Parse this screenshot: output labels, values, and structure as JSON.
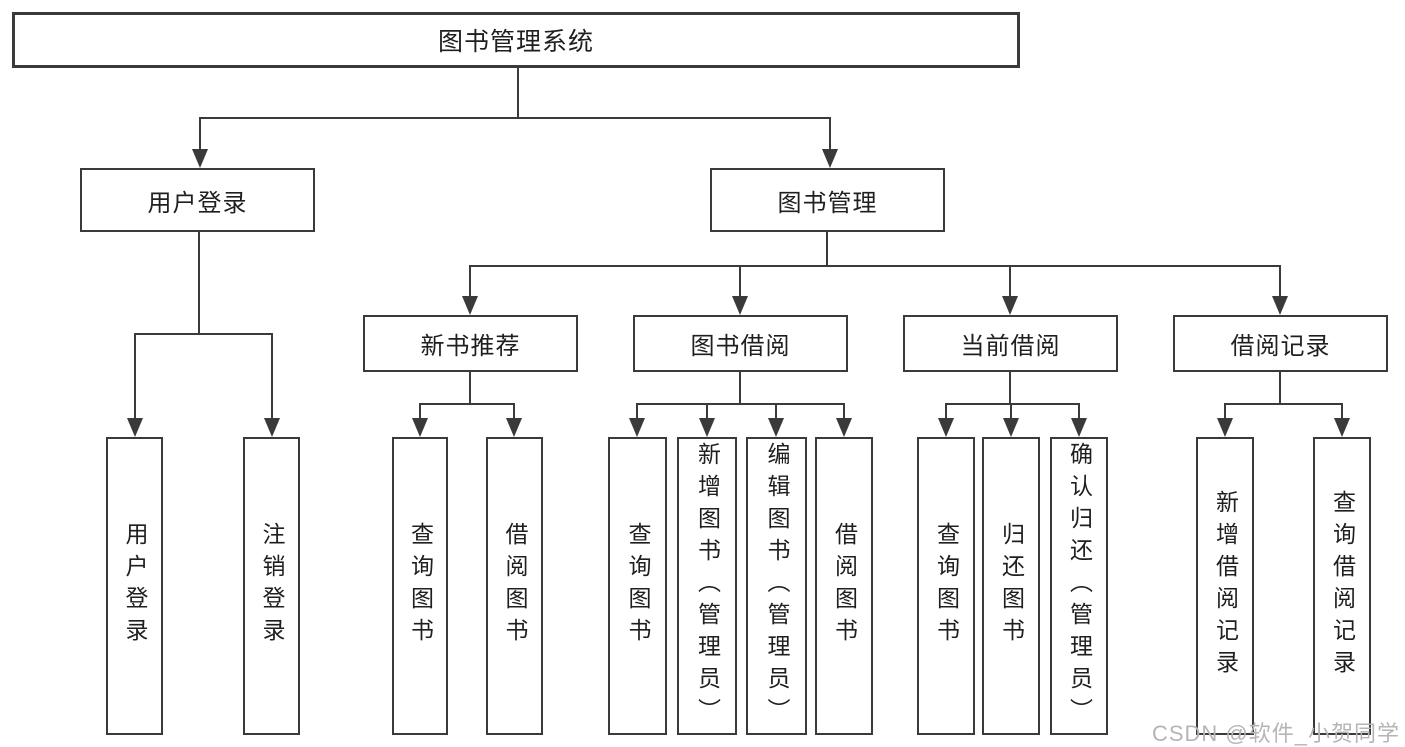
{
  "root": {
    "label": "图书管理系统"
  },
  "branches": {
    "user_login": {
      "label": "用户登录",
      "children": [
        {
          "label": "用户登录"
        },
        {
          "label": "注销登录"
        }
      ]
    },
    "book_mgmt": {
      "label": "图书管理",
      "sections": [
        {
          "label": "新书推荐",
          "children": [
            {
              "label": "查询图书"
            },
            {
              "label": "借阅图书"
            }
          ]
        },
        {
          "label": "图书借阅",
          "children": [
            {
              "label": "查询图书"
            },
            {
              "label": "新增图书（管理员）"
            },
            {
              "label": "编辑图书（管理员）"
            },
            {
              "label": "借阅图书"
            }
          ]
        },
        {
          "label": "当前借阅",
          "children": [
            {
              "label": "查询图书"
            },
            {
              "label": "归还图书"
            },
            {
              "label": "确认归还（管理员）"
            }
          ]
        },
        {
          "label": "借阅记录",
          "children": [
            {
              "label": "新增借阅记录"
            },
            {
              "label": "查询借阅记录"
            }
          ]
        }
      ]
    }
  },
  "watermark": "CSDN @软件_小贺同学",
  "colors": {
    "line": "#3a3a3a",
    "text": "#1f1f1f",
    "watermark": "#b5b5b5",
    "background": "#ffffff"
  }
}
